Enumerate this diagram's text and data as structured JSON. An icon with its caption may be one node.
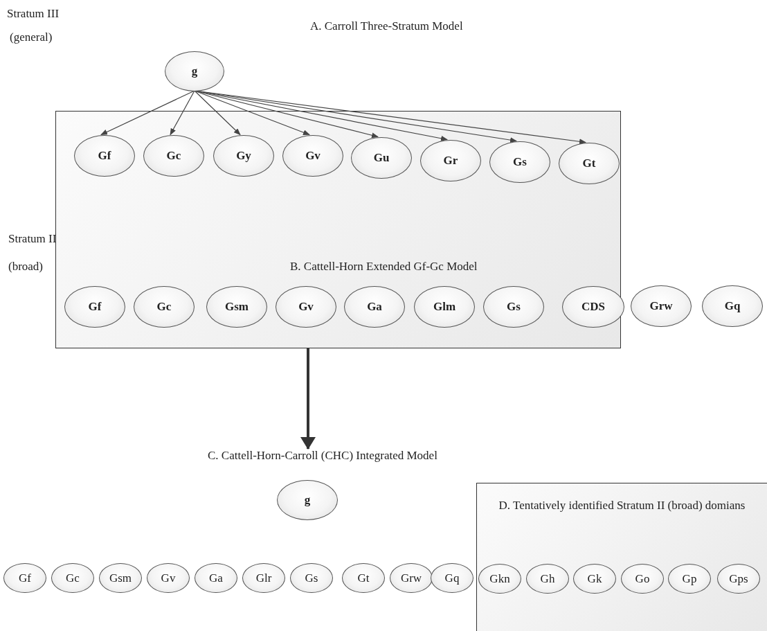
{
  "diagram": {
    "nodes": [
      {
        "text": [
          "g"
        ]
      },
      {
        "text": [
          "B. Cattell-Horn Extended Gf-Gc Model"
        ]
      },
      {
        "text": [
          "Gf"
        ],
        "in": 1
      },
      {
        "text": [
          "Gc"
        ],
        "in": 1
      },
      {
        "text": [
          "Gy"
        ],
        "in": 1
      },
      {
        "text": [
          "Gv"
        ],
        "in": 1
      },
      {
        "text": [
          "Gu"
        ],
        "in": 1
      },
      {
        "text": [
          "Gr"
        ],
        "in": 1
      },
      {
        "text": [
          "Gs"
        ],
        "in": 1
      },
      {
        "text": [
          "Gt"
        ],
        "in": 1
      },
      {
        "text": [
          "Gf"
        ],
        "in": 1
      },
      {
        "text": [
          "Gc"
        ],
        "in": 1
      },
      {
        "text": [
          "Gsm"
        ],
        "in": 1
      },
      {
        "text": [
          "Gv"
        ],
        "in": 1
      },
      {
        "text": [
          "Ga"
        ],
        "in": 1
      },
      {
        "text": [
          "Glm"
        ],
        "in": 1
      },
      {
        "text": [
          "Gs"
        ],
        "in": 1
      },
      {
        "text": [
          "CDS"
        ],
        "in": 1
      },
      {
        "text": [
          "Grw"
        ]
      },
      {
        "text": [
          "Gq"
        ]
      },
      {
        "text": [
          "C. Cattell-Horn-Carroll (CHC) Integrated Model"
        ]
      },
      {
        "text": [
          "g"
        ]
      },
      {
        "text": [
          "D. Tentatively identified Stratum II (broad) domians"
        ]
      },
      {
        "text": [
          "Gf"
        ]
      },
      {
        "text": [
          "Gc"
        ]
      },
      {
        "text": [
          "Gsm"
        ]
      },
      {
        "text": [
          "Gv"
        ]
      },
      {
        "text": [
          "Ga"
        ]
      },
      {
        "text": [
          "Glr"
        ]
      },
      {
        "text": [
          "Gs"
        ]
      },
      {
        "text": [
          "Gt"
        ]
      },
      {
        "text": [
          "Grw"
        ]
      },
      {
        "text": [
          "Gq"
        ]
      },
      {
        "text": [
          "Gkn"
        ],
        "in": 22
      },
      {
        "text": [
          "Gh"
        ],
        "in": 22
      },
      {
        "text": [
          "Gk"
        ],
        "in": 22
      },
      {
        "text": [
          "Go"
        ],
        "in": 22
      },
      {
        "text": [
          "Gp"
        ],
        "in": 22
      },
      {
        "text": [
          "Gps"
        ],
        "in": 22
      }
    ],
    "edges": [
      {
        "from": 0,
        "to": 2,
        "arrow": "to"
      },
      {
        "from": 0,
        "to": 3,
        "arrow": "to"
      },
      {
        "from": 0,
        "to": 4,
        "arrow": "to"
      },
      {
        "from": 0,
        "to": 5,
        "arrow": "to"
      },
      {
        "from": 0,
        "to": 6,
        "arrow": "to"
      },
      {
        "from": 0,
        "to": 7,
        "arrow": "to"
      },
      {
        "from": 0,
        "to": 8,
        "arrow": "to"
      },
      {
        "from": 0,
        "to": 9,
        "arrow": "to"
      },
      {
        "from": 1,
        "to": 20,
        "arrow": "to",
        "style": "thick"
      }
    ],
    "labels": [
      "Stratum III",
      "(general)",
      "A. Carroll Three-Stratum Model",
      "Stratum II",
      "(broad)"
    ]
  }
}
